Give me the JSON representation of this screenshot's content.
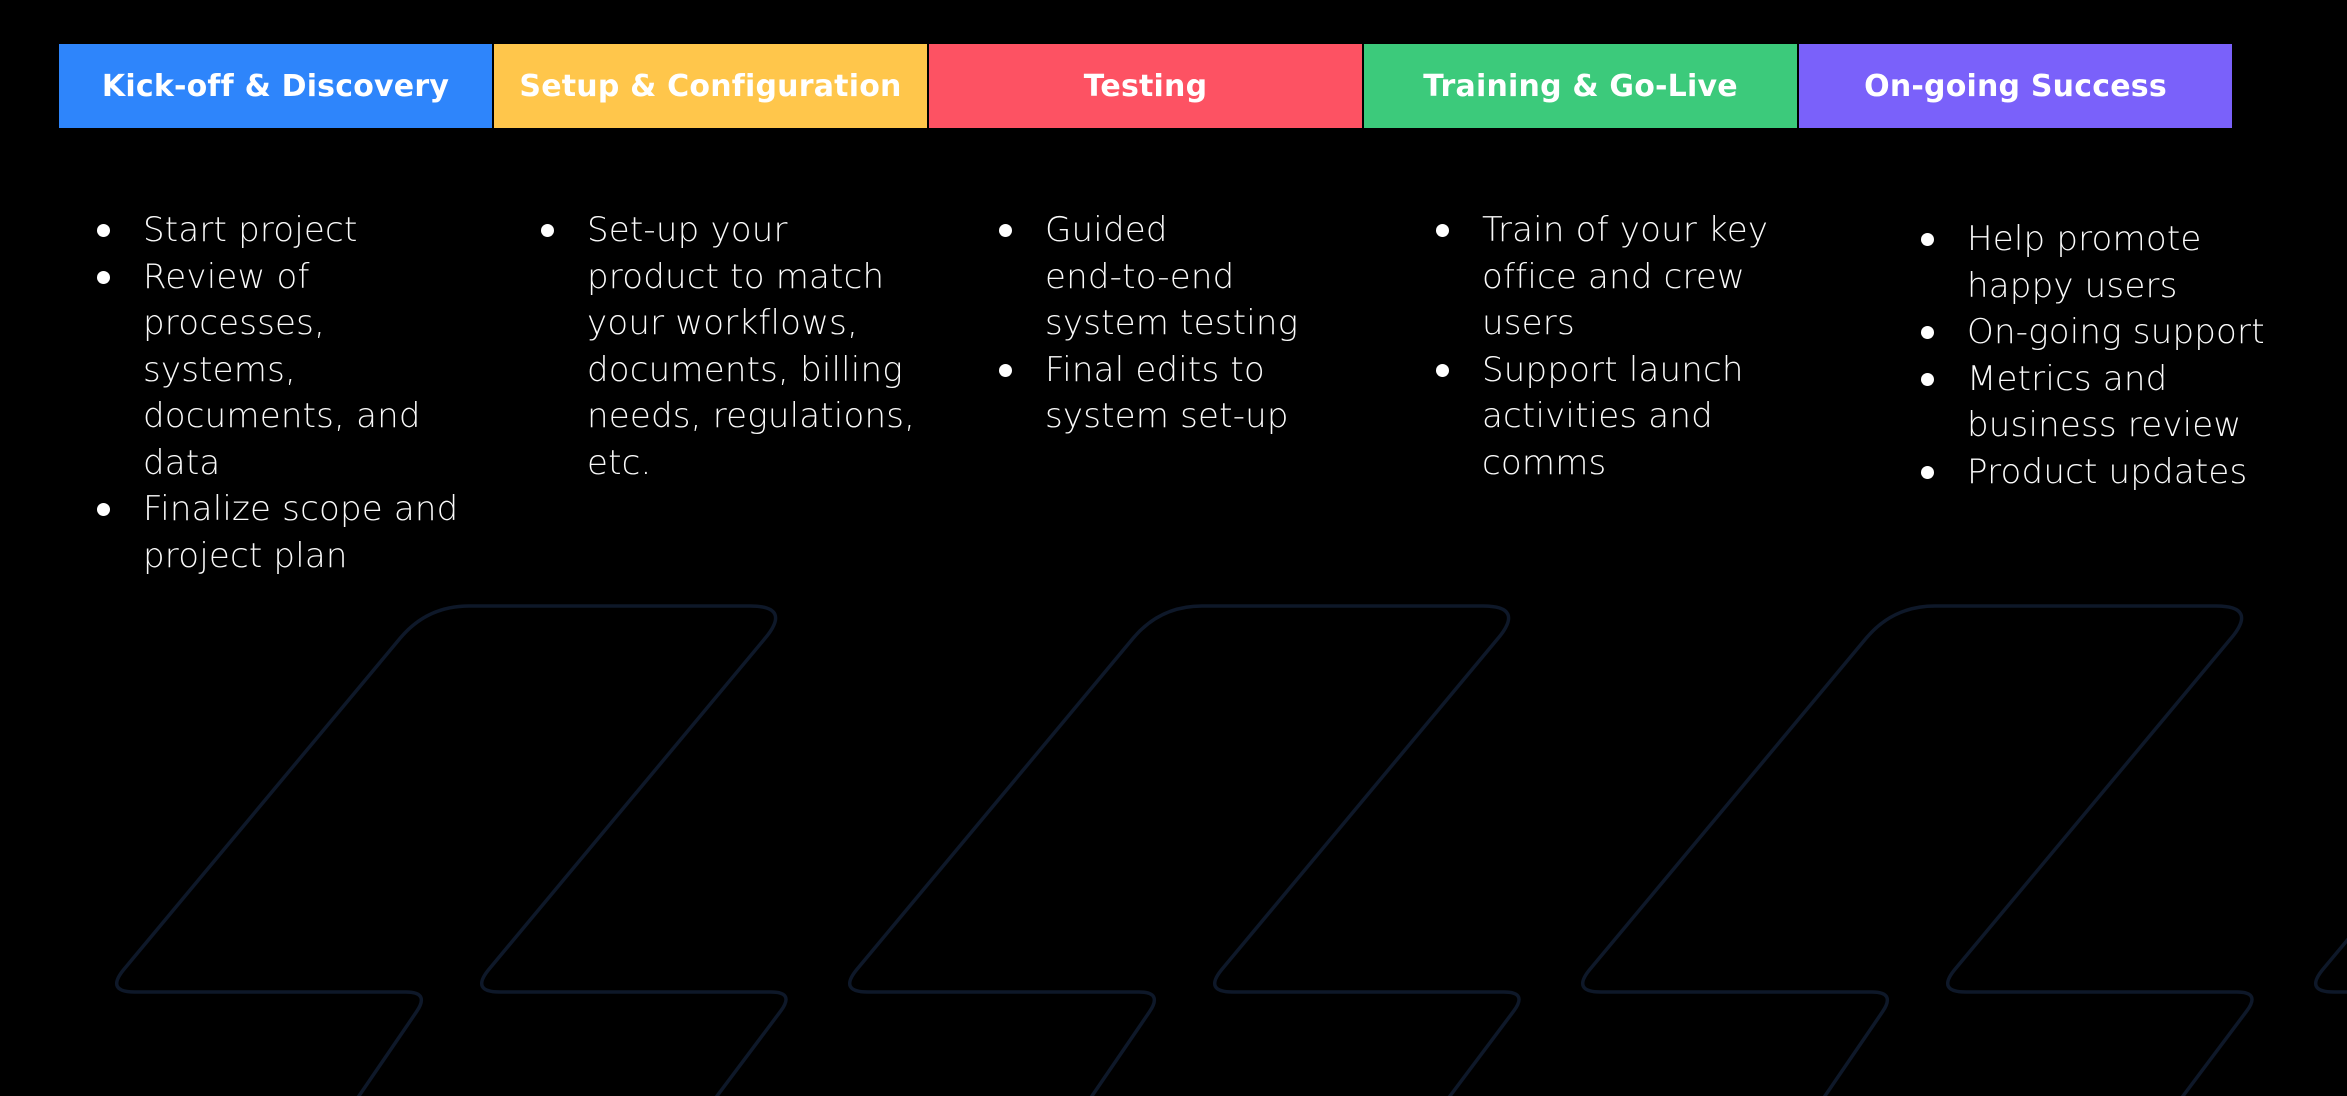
{
  "slide": {
    "background": "#000000",
    "text_color": "#FAFAFA",
    "header_text_color": "#FFFFFF"
  },
  "watermark": {
    "stroke": "#0E1829"
  },
  "phases": [
    {
      "id": "kickoff-discovery",
      "label": "Kick-off & Discovery",
      "color": "#2E85FB",
      "items": [
        "Start project",
        "Review of\nprocesses,\nsystems,\ndocuments, and\ndata",
        "Finalize scope and\nproject plan"
      ]
    },
    {
      "id": "setup-configuration",
      "label": "Setup & Configuration",
      "color": "#FFC64B",
      "items": [
        "Set-up your\nproduct to match\nyour workflows,\ndocuments, billing\nneeds, regulations,\netc."
      ]
    },
    {
      "id": "testing",
      "label": "Testing",
      "color": "#FD5263",
      "items": [
        "Guided\nend-to-end\nsystem testing",
        "Final edits to\nsystem set-up"
      ]
    },
    {
      "id": "training-golive",
      "label": "Training & Go-Live",
      "color": "#3CCA7B",
      "items": [
        "Train of your key\noffice and crew\nusers",
        "Support launch\nactivities and\ncomms"
      ]
    },
    {
      "id": "ongoing-success",
      "label": "On-going Success",
      "color": "#7A61FA",
      "items": [
        "Help promote\nhappy users",
        "On-going support",
        "Metrics and\nbusiness review",
        "Product updates"
      ]
    }
  ]
}
